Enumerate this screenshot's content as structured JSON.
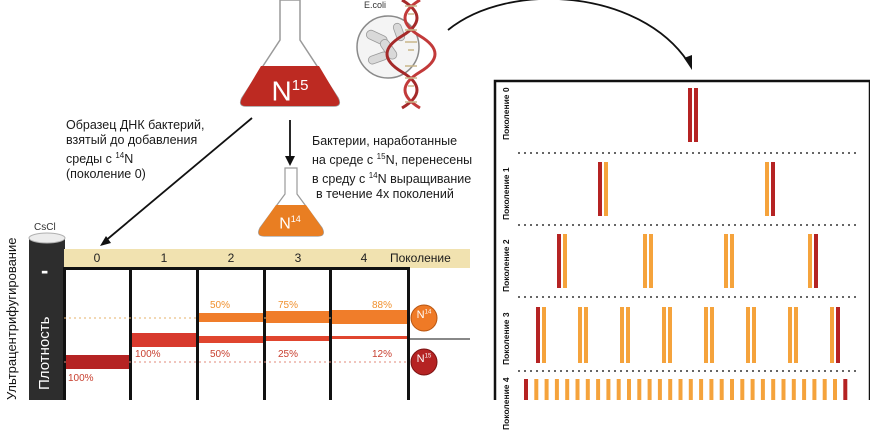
{
  "flask_large": {
    "label": "N",
    "sup": "15"
  },
  "flask_small": {
    "label": "N",
    "sup": "14"
  },
  "ecoli_label": "E.coli",
  "caption_sample": {
    "line1": "Образец ДНК бактерий,",
    "line2": "взятый до добавления",
    "line3_pre": "среды с ",
    "line3_sup": "14",
    "line3_post": "N",
    "line4": "(поколение 0)"
  },
  "caption_transfer": {
    "line1": "Бактерии, наработанные",
    "line2_pre": "на среде с ",
    "line2_sup": "15",
    "line2_post": "N, перенесены",
    "line3_pre": "в среду с ",
    "line3_sup": "14",
    "line3_post": "N выращивание",
    "line4": "в течение 4х поколений"
  },
  "tube": {
    "cscl_label": "CsCl",
    "minus_sign": "-",
    "density_label": "Плотность",
    "ultracentrifugation_label": "Ультрацентрифугирование"
  },
  "gradient_table": {
    "header_label": "Поколение",
    "generations": [
      "0",
      "1",
      "2",
      "3",
      "4"
    ],
    "upper_band_pct": [
      "",
      "",
      "50%",
      "75%",
      "88%"
    ],
    "lower_band_pct": [
      "100%",
      "100%",
      "50%",
      "25%",
      "12%"
    ],
    "upper_band_fraction": [
      0,
      0,
      0.5,
      0.75,
      0.88
    ],
    "lower_band_fraction": [
      1,
      1,
      0.5,
      0.25,
      0.12
    ]
  },
  "markers": {
    "n14": {
      "label": "N",
      "sup": "14"
    },
    "n15": {
      "label": "N",
      "sup": "15"
    }
  },
  "generation_panel": {
    "rows": [
      "Поколение 0",
      "Поколение 1",
      "Поколение 2",
      "Поколение 3",
      "Поколение 4"
    ]
  },
  "colors": {
    "dark_red": "#b52323",
    "red": "#c8322a",
    "orange": "#f28a2a",
    "light_orange": "#f5a33c",
    "header_band": "#f1e2b0",
    "grid_black": "#111111"
  }
}
